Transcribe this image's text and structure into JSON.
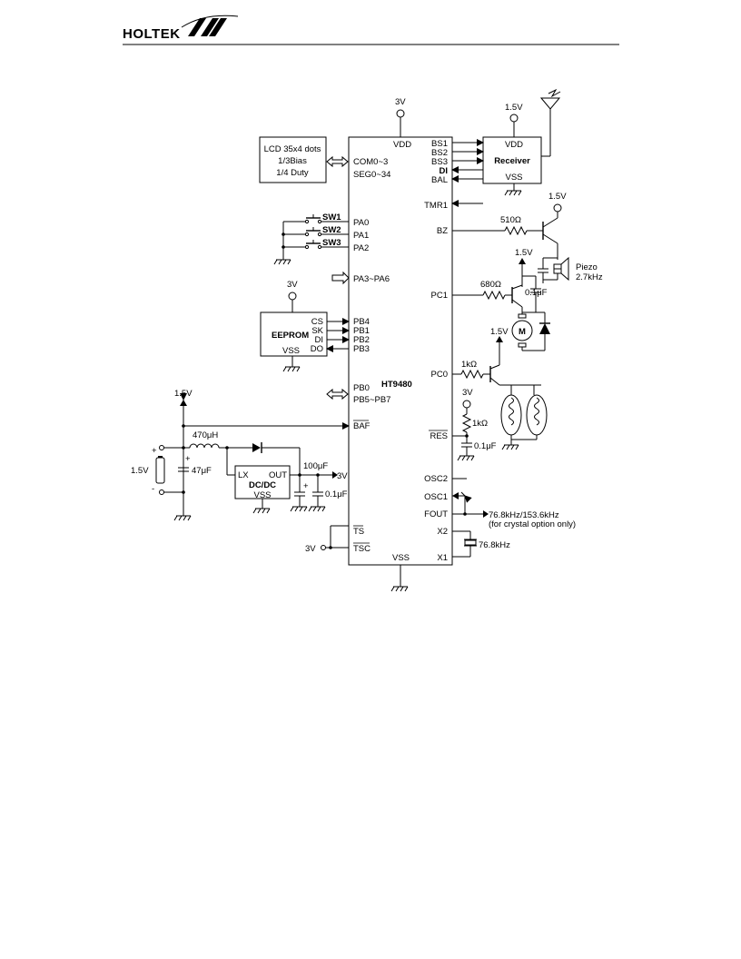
{
  "header": {
    "brand": "HOLTEK"
  },
  "chip": {
    "name": "HT9480",
    "left_pins": [
      "COM0~3",
      "SEG0~34",
      "PA0",
      "PA1",
      "PA2",
      "PA3~PA6",
      "PB4",
      "PB1",
      "PB2",
      "PB3",
      "PB0",
      "PB5~PB7",
      "BAF",
      "TS",
      "TSC"
    ],
    "right_pins": [
      "BS1",
      "BS2",
      "BS3",
      "DI",
      "BAL",
      "TMR1",
      "BZ",
      "PC1",
      "PC0",
      "RES",
      "OSC2",
      "OSC1",
      "FOUT",
      "X2",
      "X1"
    ],
    "top_pin": "VDD",
    "bottom_pin": "VSS"
  },
  "lcd": {
    "line1": "LCD 35x4 dots",
    "line2": "1/3Bias",
    "line3": "1/4 Duty"
  },
  "switches": [
    "SW1",
    "SW2",
    "SW3"
  ],
  "eeprom": {
    "title": "EEPROM",
    "pins": [
      "CS",
      "SK",
      "DI",
      "DO"
    ],
    "vss": "VSS"
  },
  "receiver": {
    "title": "Receiver",
    "vdd": "VDD",
    "vss": "VSS"
  },
  "supplies": {
    "v3": "3V",
    "v1_5": "1.5V"
  },
  "components": {
    "r510": "510Ω",
    "r680": "680Ω",
    "r1k_a": "1kΩ",
    "r1k_b": "1kΩ",
    "c01_a": "0.1μF",
    "c01_b": "0.1μF",
    "c01_c": "0.1μF",
    "c47": "47μF",
    "c100": "100μF",
    "l470": "470μH",
    "piezo1": "Piezo",
    "piezo2": "2.7kHz",
    "motor": "M",
    "crystal": "76.8kHz",
    "fout1": "76.8kHz/153.6kHz",
    "fout2": "(for crystal option only)",
    "plus": "+",
    "minus": "-"
  },
  "dcdc": {
    "title": "DC/DC",
    "lx": "LX",
    "out": "OUT",
    "vss": "VSS"
  }
}
